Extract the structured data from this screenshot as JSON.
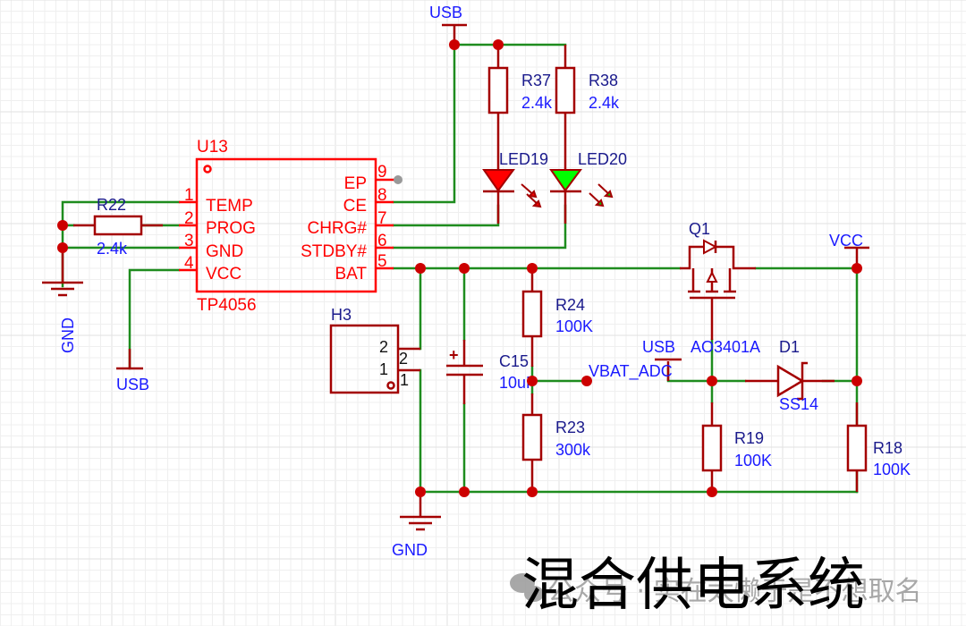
{
  "schematic": {
    "title": "混合供电系统",
    "watermark": "公众号 · 实在太懒于是不想取名",
    "colors": {
      "wire": "#1e8c1e",
      "component": "#a40000",
      "ic": "#ff0000",
      "junction": "#cc0000",
      "designator": "#1a1a8c",
      "value": "#1a1aff",
      "led_red": "#ff0000",
      "led_green": "#00ff00"
    },
    "ic": {
      "designator": "U13",
      "part": "TP4056",
      "left_pins": [
        {
          "num": "1",
          "name": "TEMP"
        },
        {
          "num": "2",
          "name": "PROG"
        },
        {
          "num": "3",
          "name": "GND"
        },
        {
          "num": "4",
          "name": "VCC"
        }
      ],
      "right_pins": [
        {
          "num": "9",
          "name": "EP"
        },
        {
          "num": "8",
          "name": "CE"
        },
        {
          "num": "7",
          "name": "CHRG#"
        },
        {
          "num": "6",
          "name": "STDBY#"
        },
        {
          "num": "5",
          "name": "BAT"
        }
      ]
    },
    "resistors": {
      "r22": {
        "name": "R22",
        "value": "2.4k"
      },
      "r37": {
        "name": "R37",
        "value": "2.4k"
      },
      "r38": {
        "name": "R38",
        "value": "2.4k"
      },
      "r24": {
        "name": "R24",
        "value": "100K"
      },
      "r23": {
        "name": "R23",
        "value": "300k"
      },
      "r19": {
        "name": "R19",
        "value": "100K"
      },
      "r18": {
        "name": "R18",
        "value": "100K"
      }
    },
    "leds": {
      "led19": {
        "name": "LED19",
        "color": "red"
      },
      "led20": {
        "name": "LED20",
        "color": "green"
      }
    },
    "capacitor": {
      "name": "C15",
      "value": "10uF",
      "polarity": "+"
    },
    "header": {
      "name": "H3",
      "pins": [
        "2",
        "1"
      ]
    },
    "mosfet": {
      "name": "Q1",
      "part": "AO3401A"
    },
    "diode": {
      "name": "D1",
      "part": "SS14"
    },
    "nets": {
      "usb_top": "USB",
      "usb_left": "USB",
      "usb_mid": "USB",
      "gnd_left": "GND",
      "gnd_bottom": "GND",
      "vcc": "VCC",
      "vbat_adc": "VBAT_ADC"
    }
  }
}
